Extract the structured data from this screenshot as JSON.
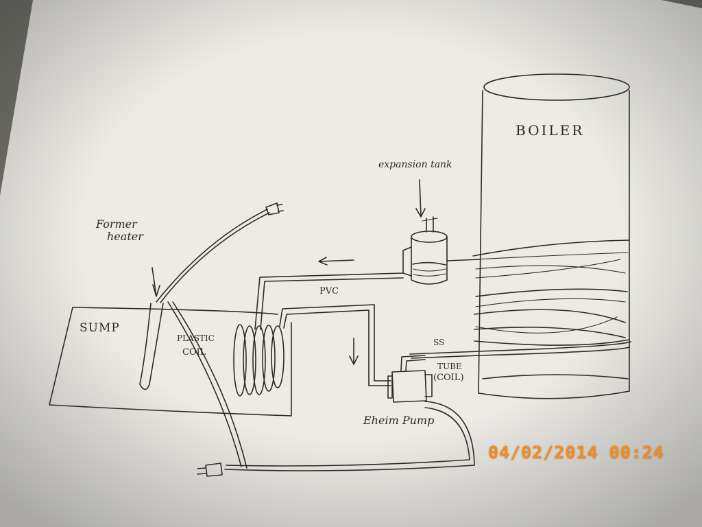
{
  "labels": {
    "boiler": "BOILER",
    "expansion_tank": "expansion tank",
    "former_heater_line1": "Former",
    "former_heater_line2": "heater",
    "sump": "SUMP",
    "plastic_coil_line1": "PLASTIC",
    "plastic_coil_line2": "COIL",
    "pvc": "PVC",
    "ss": "SS",
    "tube_line1": "TUBE",
    "tube_line2": "(COIL)",
    "eheim_pump": "Eheim Pump"
  },
  "timestamp": "04/02/2014 00:24",
  "colors": {
    "paper": "#ecebe6",
    "ink": "#2b2a26",
    "stamp": "#f28c1c"
  }
}
